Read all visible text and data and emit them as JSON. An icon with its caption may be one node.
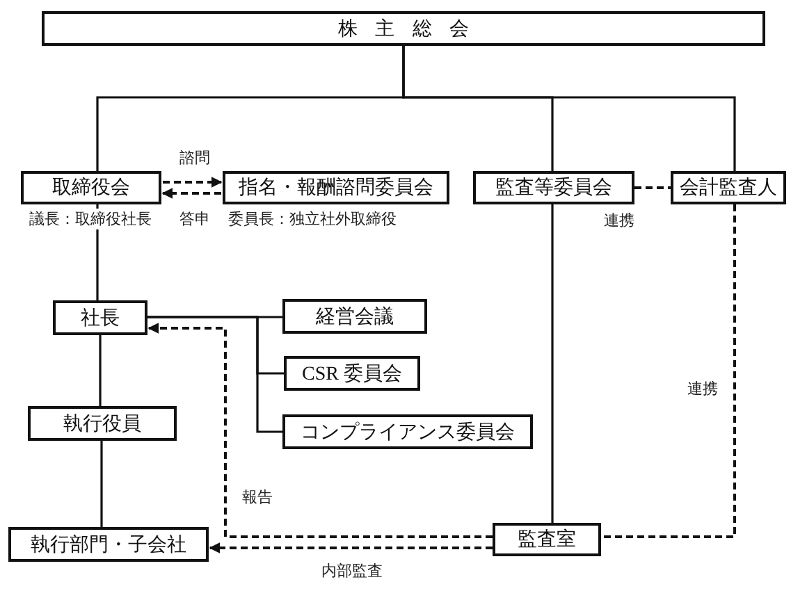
{
  "diagram": {
    "nodes": [
      {
        "text": [
          "株主総会"
        ]
      },
      {
        "text": [
          "取締役会"
        ],
        "beside": [
          "議長：取締役社長"
        ]
      },
      {
        "text": [
          "指名・報酬諮問委員会"
        ],
        "beside": [
          "委員長：独立社外取締役"
        ]
      },
      {
        "text": [
          "監査等委員会"
        ]
      },
      {
        "text": [
          "会計監査人"
        ]
      },
      {
        "text": [
          "社長"
        ]
      },
      {
        "text": [
          "経営会議"
        ]
      },
      {
        "text": [
          "CSR 委員会"
        ]
      },
      {
        "text": [
          "コンプライアンス委員会"
        ]
      },
      {
        "text": [
          "執行役員"
        ]
      },
      {
        "text": [
          "執行部門・子会社"
        ]
      },
      {
        "text": [
          "監査室"
        ]
      }
    ],
    "edges": [
      {
        "from": 0,
        "to": 1,
        "arrow": "none"
      },
      {
        "from": 0,
        "to": 3,
        "arrow": "none"
      },
      {
        "from": 0,
        "to": 4,
        "arrow": "none"
      },
      {
        "from": 1,
        "to": 2,
        "arrow": "to",
        "style": "dashed",
        "label": "諮問"
      },
      {
        "from": 2,
        "to": 1,
        "arrow": "to",
        "style": "dashed",
        "label": "答申"
      },
      {
        "from": 3,
        "to": 4,
        "arrow": "none",
        "style": "dashed",
        "label": "連携"
      },
      {
        "from": 1,
        "to": 5,
        "arrow": "none"
      },
      {
        "from": 5,
        "to": 6,
        "arrow": "none"
      },
      {
        "from": 5,
        "to": 7,
        "arrow": "none"
      },
      {
        "from": 5,
        "to": 8,
        "arrow": "none"
      },
      {
        "from": 5,
        "to": 9,
        "arrow": "none"
      },
      {
        "from": 9,
        "to": 10,
        "arrow": "none"
      },
      {
        "from": 3,
        "to": 11,
        "arrow": "none"
      },
      {
        "from": 4,
        "to": 11,
        "arrow": "none",
        "style": "dashed",
        "label": "連携"
      },
      {
        "from": 11,
        "to": 5,
        "arrow": "to",
        "style": "dashed",
        "label": "報告"
      },
      {
        "from": 11,
        "to": 10,
        "arrow": "to",
        "style": "dashed",
        "label": "内部監査"
      }
    ]
  }
}
